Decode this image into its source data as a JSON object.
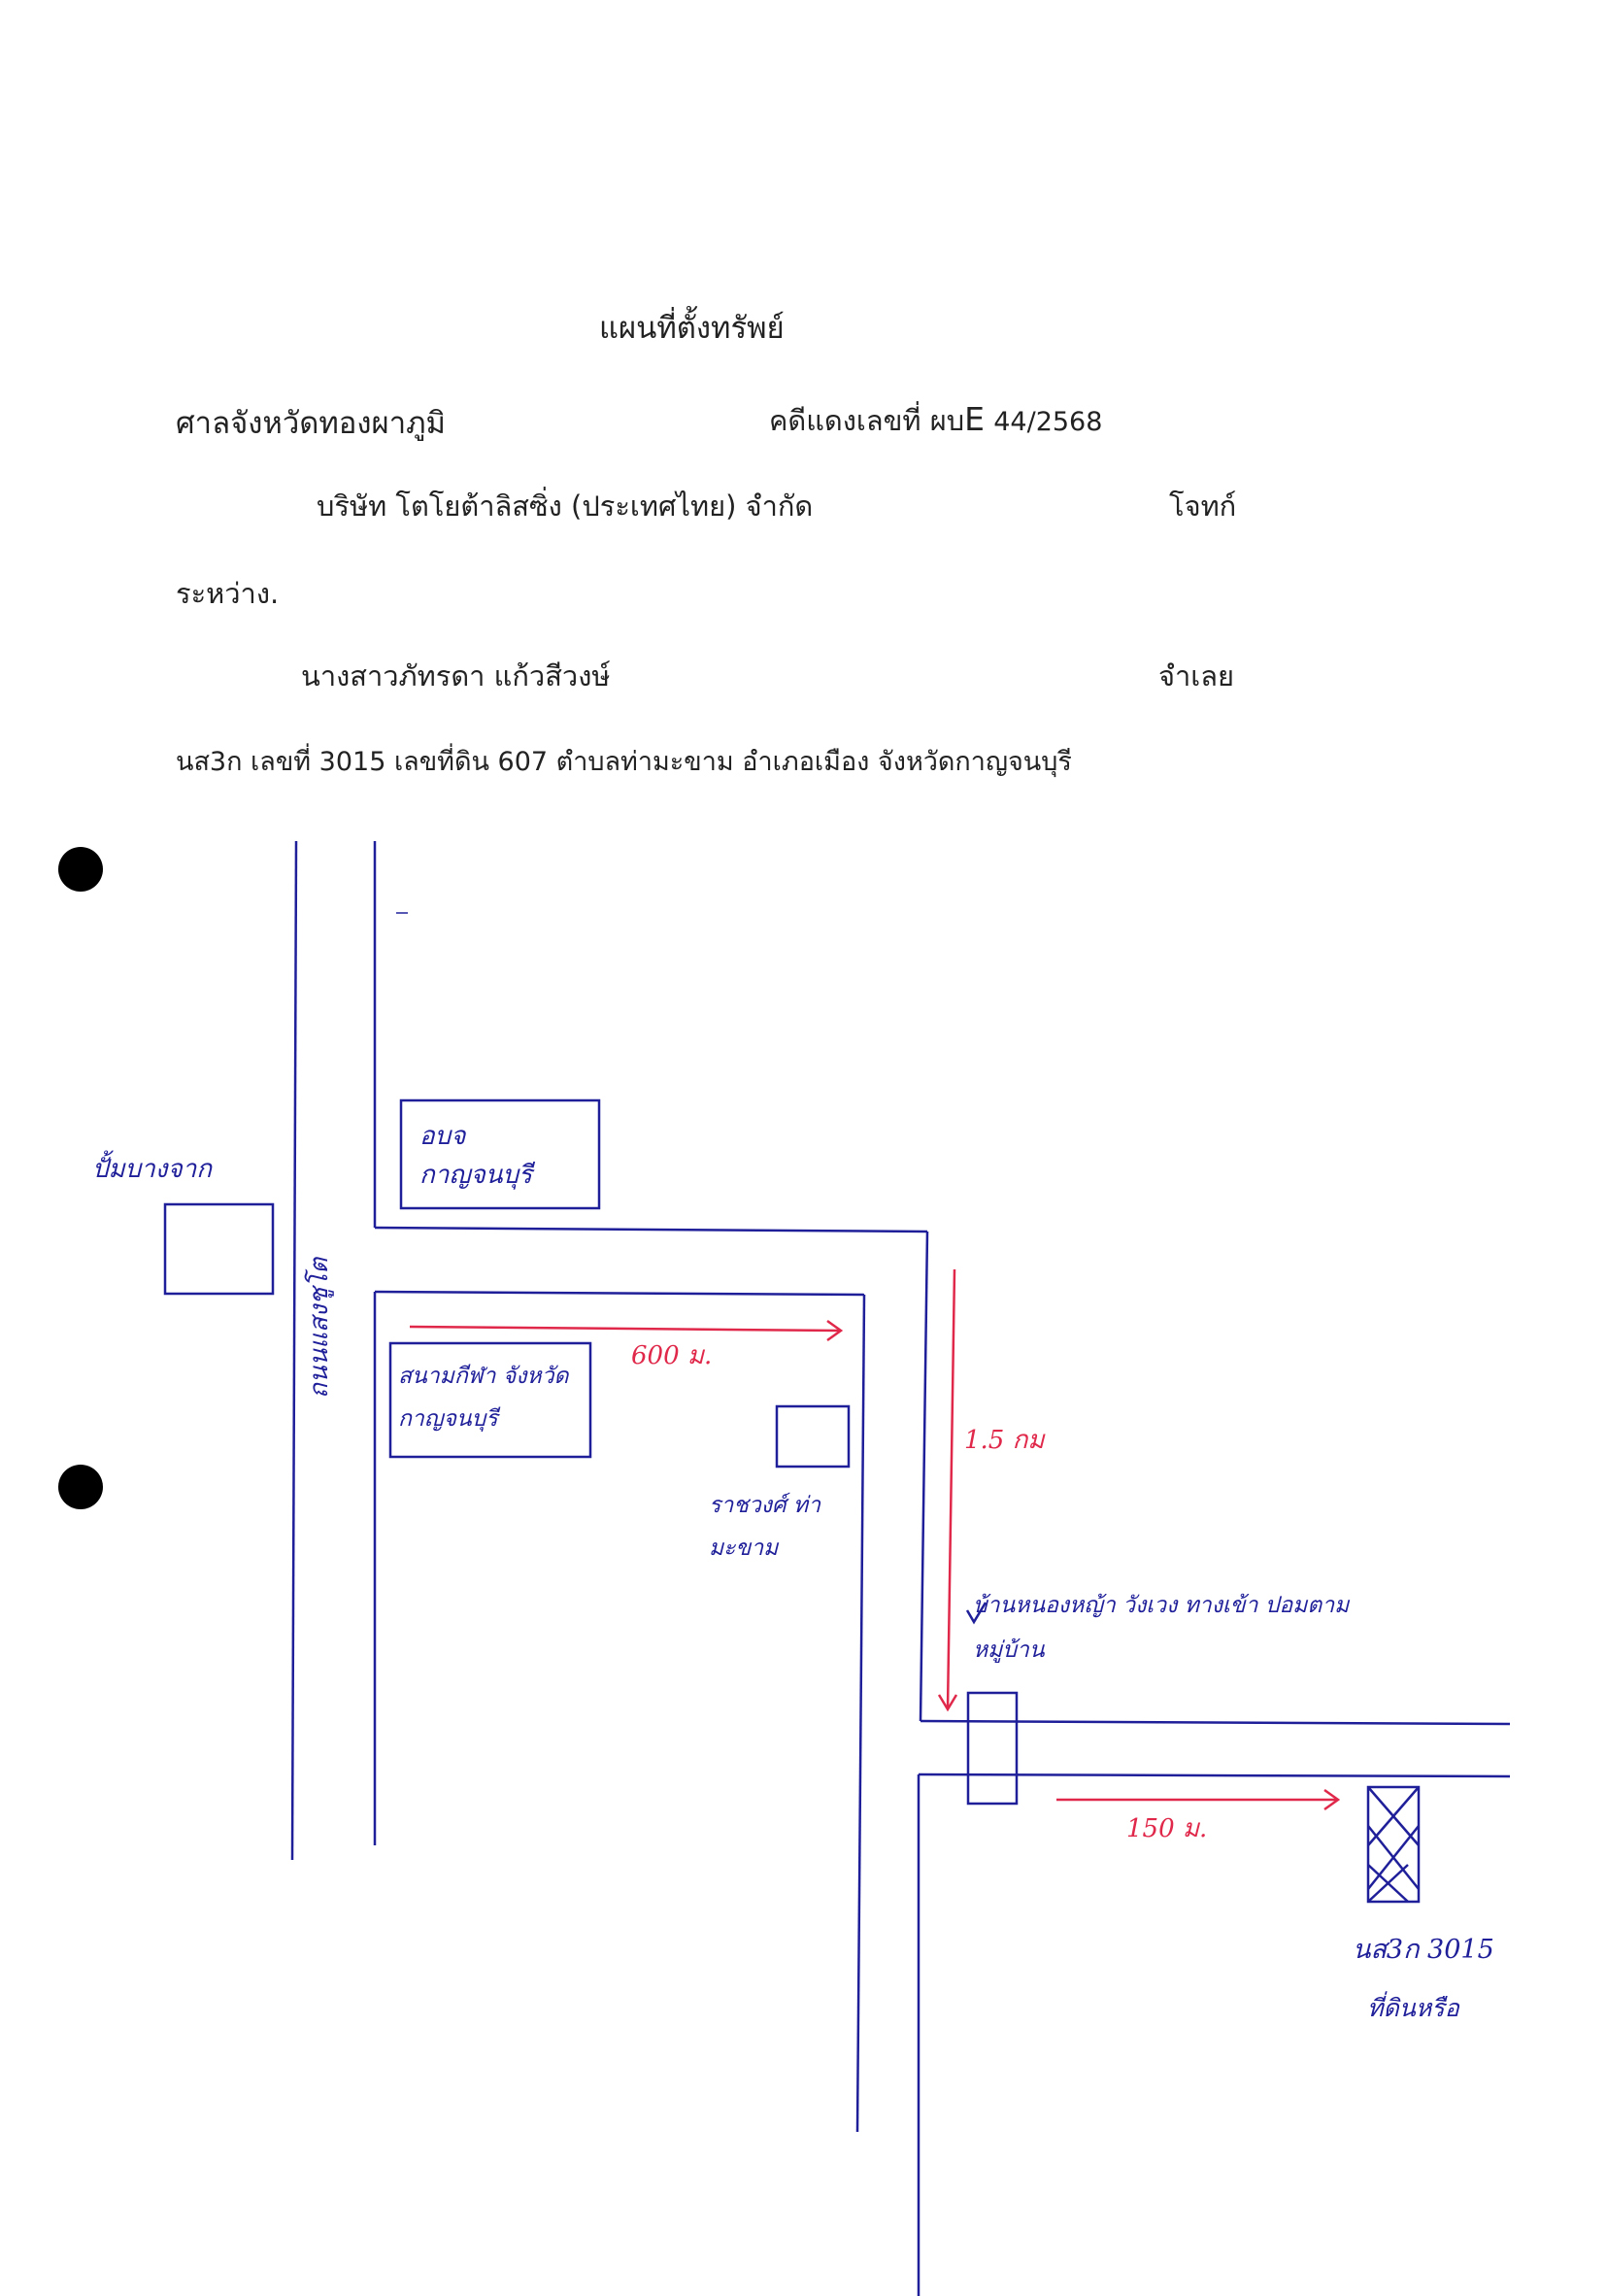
{
  "header": {
    "title": "แผนที่ตั้งทรัพย์",
    "court": "ศาลจังหวัดทองผาภูมิ",
    "case_label": "คดีแดงเลขที่ ผบ",
    "case_letter": "E",
    "case_number": "44/2568"
  },
  "parties": {
    "plaintiff_name": "บริษัท โตโยต้าลิสซิ่ง (ประเทศไทย) จำกัด",
    "plaintiff_role": "โจทก์",
    "between": "ระหว่าง.",
    "defendant_name": "นางสาวภัทรดา แก้วสีวงษ์",
    "defendant_role": "จำเลย"
  },
  "deed_line": "นส3ก เลขที่ 3015 เลขที่ดิน 607 ตำบลท่ามะขาม อำเภอเมือง จังหวัดกาญจนบุรี",
  "map": {
    "labels": {
      "gas_station": "ปั้มบางจาก",
      "road_name": "ถนนแสงชูโต",
      "office": "อบจ กาญจนบุรี",
      "stadium": "สนามกีฬา จังหวัดกาญจนบุรี",
      "school": "ราชวงศ์ ท่ามะขาม",
      "village": "บ้านหนองหญ้า วังเวง ทางเข้า ปอมตามหมู่บ้าน",
      "plot": "นส3ก 3015",
      "plot_note": "ที่ดินหรือ"
    },
    "distances": {
      "d1": "600 ม.",
      "d2": "1.5 กม",
      "d3": "150 ม."
    },
    "colors": {
      "ink": "#1f1f9a",
      "marker": "#e0284a"
    }
  }
}
